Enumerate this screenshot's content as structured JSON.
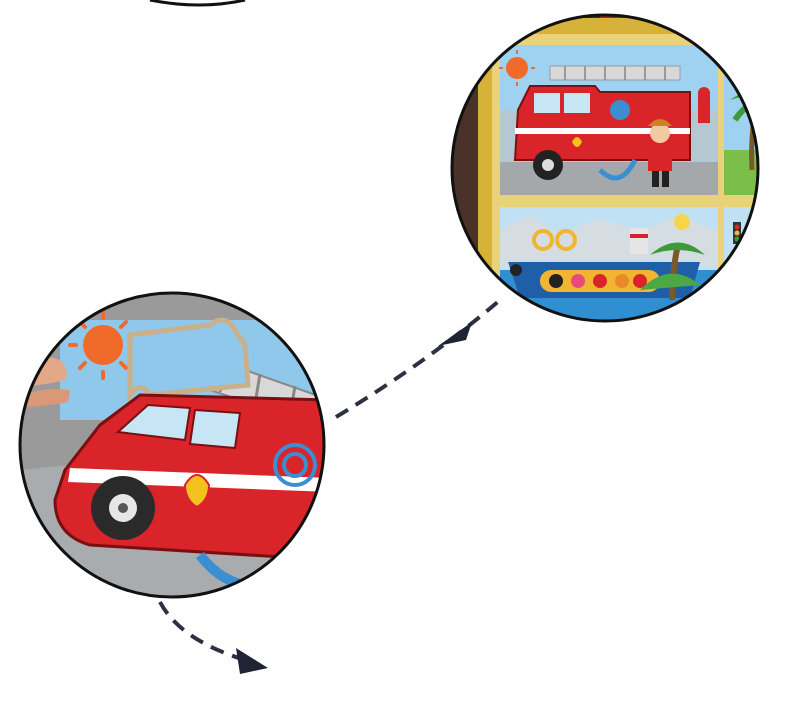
{
  "scene": {
    "description_colors": {
      "background": "#ffffff",
      "circle_outline": "#111111",
      "arrow": "#2b3140",
      "sky": "#8fc8ea",
      "truck_red": "#d9242a",
      "road_gray": "#a9acaf",
      "sun": "#f06a2a",
      "tin_gold": "#d6b238",
      "sea_blue": "#2f8fd0",
      "board": "#c9b08a"
    },
    "icons": [
      "top-partial-circle",
      "zoom-circle-puzzle-box",
      "zoom-circle-fire-truck-closeup",
      "dashed-arrow-to-left",
      "dashed-arrow-down-right"
    ]
  }
}
